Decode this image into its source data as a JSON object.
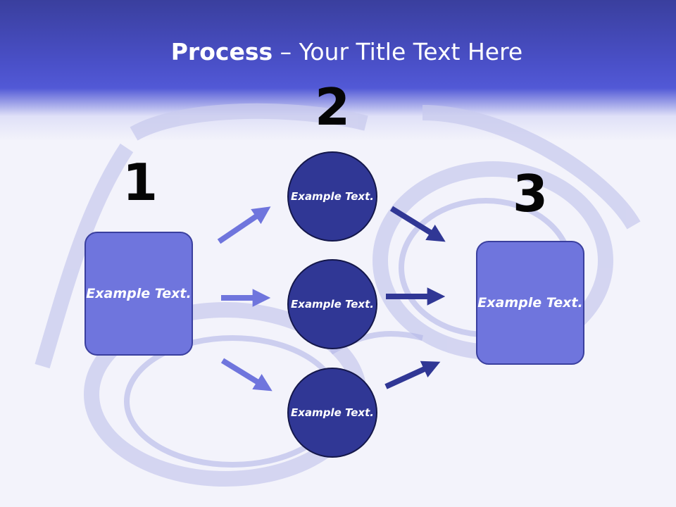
{
  "slide": {
    "title_bold": "Process",
    "title_rest": " – Your Title Text Here"
  },
  "steps": {
    "step1": {
      "number": "1",
      "box_text": "Example Text."
    },
    "step2": {
      "number": "2",
      "circles": [
        "Example Text.",
        "Example Text.",
        "Example Text."
      ]
    },
    "step3": {
      "number": "3",
      "box_text": "Example Text."
    }
  },
  "colors": {
    "header": "#4a50c8",
    "box_fill": "#6f75dd",
    "circle_fill": "#303795",
    "arrow_light": "#6f75dd",
    "arrow_dark": "#303795",
    "number_text": "#050505"
  }
}
